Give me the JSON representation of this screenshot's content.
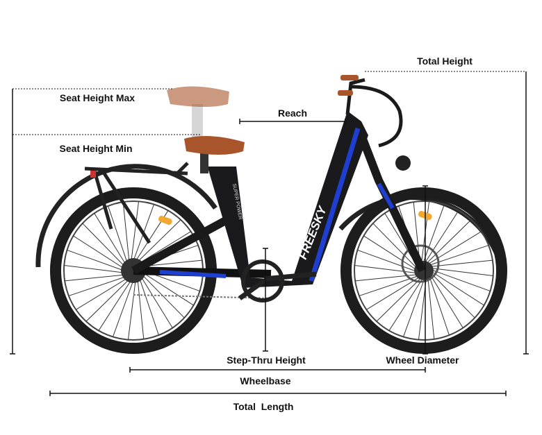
{
  "labels": {
    "total_height": "Total Height",
    "seat_height_max": "Seat Height Max",
    "seat_height_min": "Seat Height Min",
    "reach": "Reach",
    "step_thru_height": "Step-Thru Height",
    "wheel_diameter": "Wheel Diameter",
    "wheelbase": "Wheelbase",
    "total_length": "Total  Length"
  },
  "bike": {
    "brand_logo": "FREESKY",
    "battery_text": "SUPER POWER",
    "frame_color": "#1a1a1c",
    "accent_color": "#1f3fd1",
    "saddle_color": "#a9552c",
    "reflector_color": "#f0a830"
  }
}
